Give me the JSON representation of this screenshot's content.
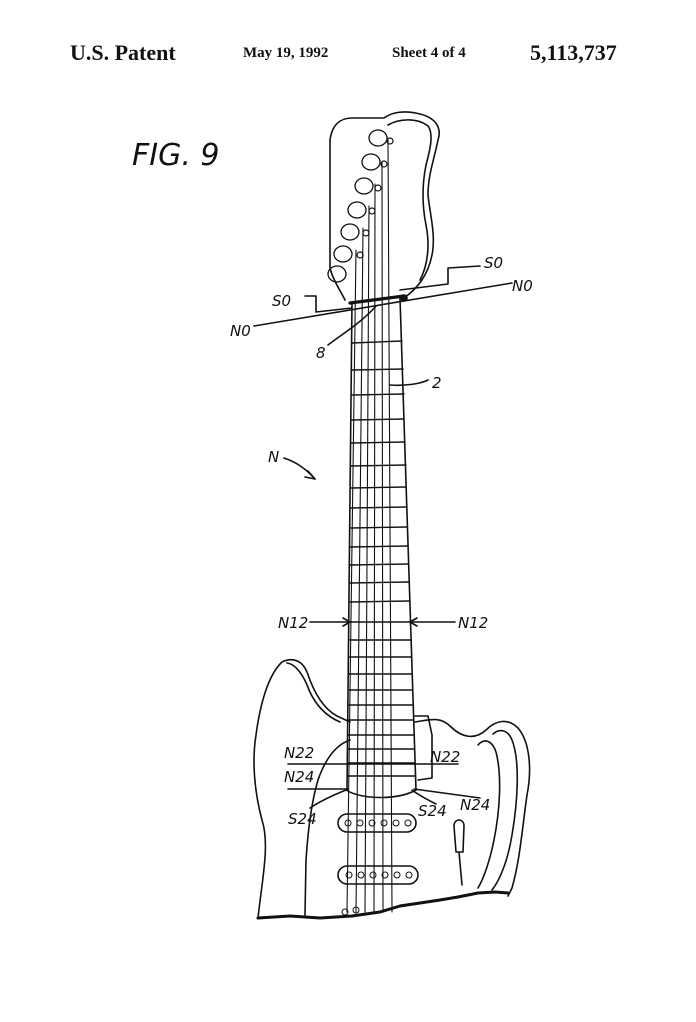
{
  "header": {
    "office": "U.S. Patent",
    "date": "May 19, 1992",
    "sheet": "Sheet 4 of 4",
    "patent_number": "5,113,737"
  },
  "figure": {
    "title": "FIG. 9",
    "labels": {
      "s0_left": "S0",
      "s0_right": "S0",
      "n0_left": "N0",
      "n0_right": "N0",
      "ref_8": "8",
      "ref_2": "2",
      "ref_n": "N",
      "n12_left": "N12",
      "n12_right": "N12",
      "n22_left": "N22",
      "n22_right": "N22",
      "n24_left": "N24",
      "n24_right": "N24",
      "s24_left": "S24",
      "s24_right": "S24"
    }
  }
}
